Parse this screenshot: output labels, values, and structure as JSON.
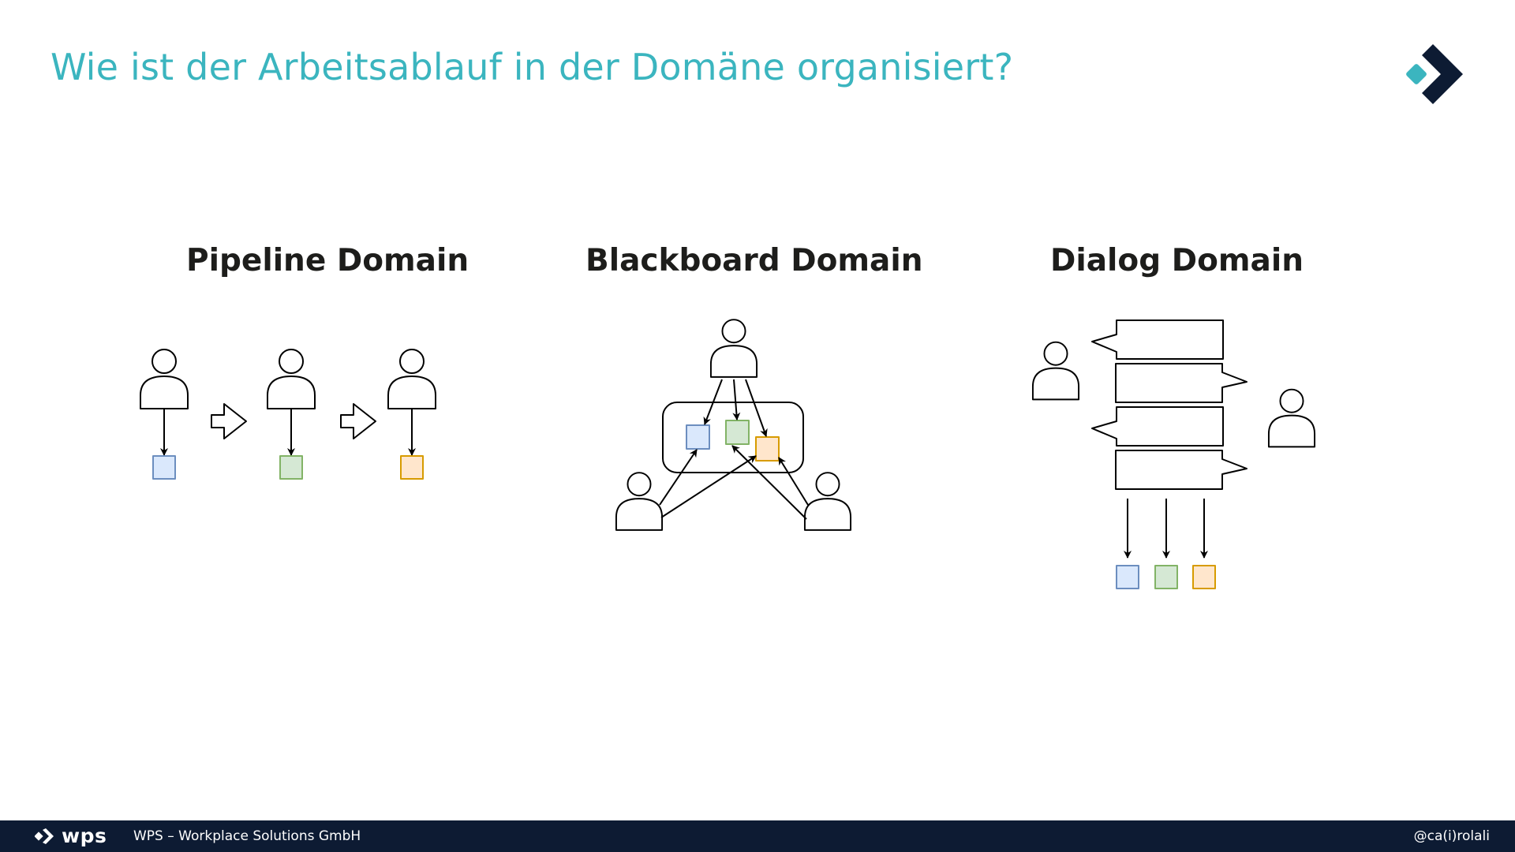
{
  "slide": {
    "title": "Wie ist der Arbeitsablauf in der Domäne organisiert?",
    "accent_color": "#3bb5bf",
    "dark_color": "#0d1b33"
  },
  "logo": {
    "icon": "wps-chevron-logo-icon"
  },
  "sections": [
    {
      "title": "Pipeline Domain"
    },
    {
      "title": "Blackboard Domain"
    },
    {
      "title": "Dialog Domain"
    }
  ],
  "artifact_colors": {
    "blue": {
      "fill": "#dae8fc",
      "stroke": "#6c8ebf"
    },
    "green": {
      "fill": "#d5e8d4",
      "stroke": "#82b366"
    },
    "orange": {
      "fill": "#ffe6cc",
      "stroke": "#d79b00"
    }
  },
  "footer": {
    "logo_text": "wps",
    "company": "WPS – Workplace Solutions GmbH",
    "handle": "@ca(i)rolali"
  }
}
